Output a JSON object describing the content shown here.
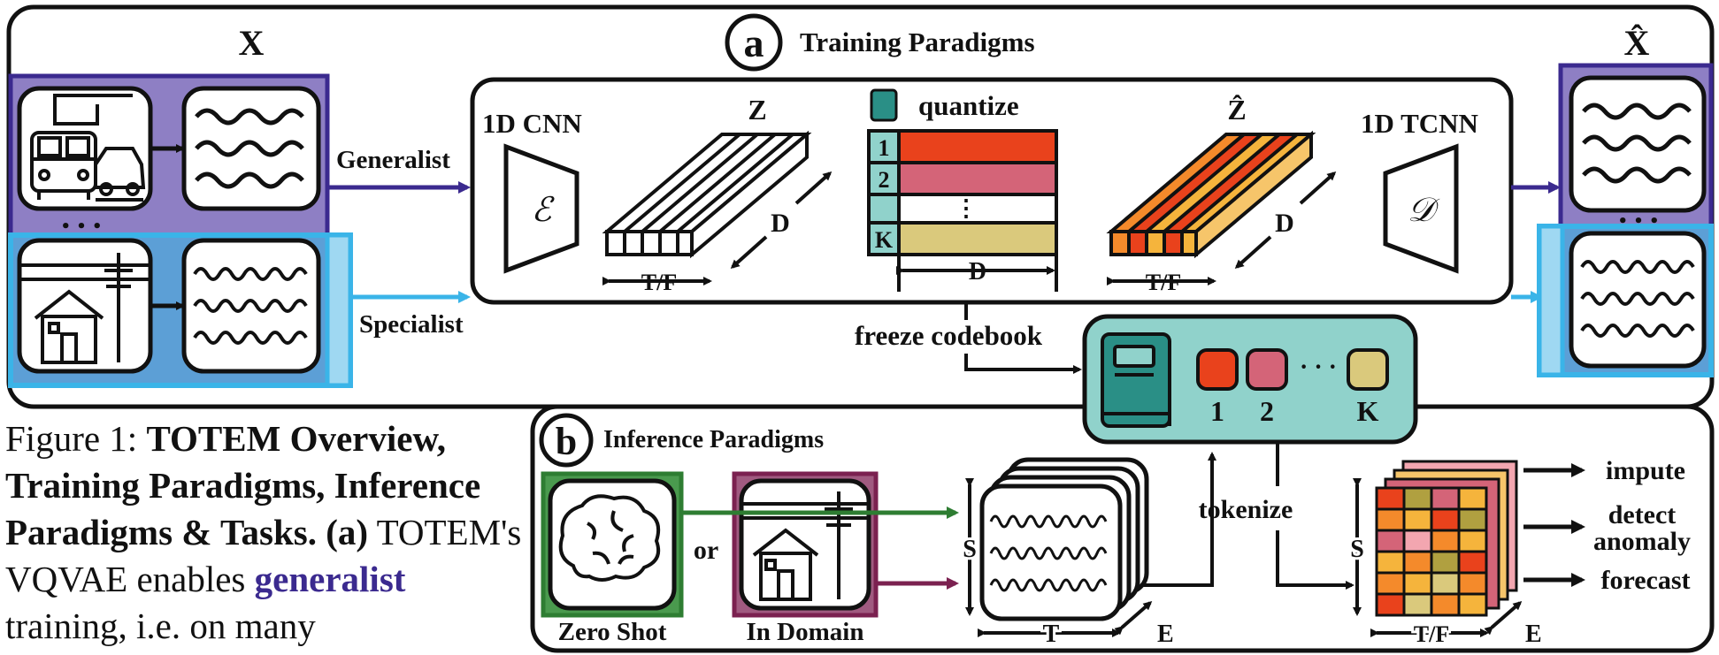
{
  "panel_a": {
    "letter": "a",
    "title": "Training Paradigms",
    "input_label": "X",
    "output_label": "X̂",
    "generalist_label": "Generalist",
    "specialist_label": "Specialist",
    "encoder_label": "1D CNN",
    "encoder_symbol": "ℰ",
    "decoder_label": "1D TCNN",
    "decoder_symbol": "𝒟",
    "latent_label": "Z",
    "latent_hat_label": "Ẑ",
    "axis_tf": "T/F",
    "axis_d": "D",
    "quantize_label": "quantize",
    "codebook_rows": [
      "1",
      "2",
      "K"
    ],
    "codebook_dots": "⋮",
    "ellipsis": "• • •",
    "freeze_label": "freeze codebook",
    "codebook_tokens": [
      "1",
      "2",
      "K"
    ],
    "codebook_token_dots": "· · ·"
  },
  "panel_b": {
    "letter": "b",
    "title": "Inference Paradigms",
    "zero_shot_label": "Zero Shot",
    "in_domain_label": "In Domain",
    "or_label": "or",
    "tokenize_label": "tokenize",
    "axis_s": "S",
    "axis_t": "T",
    "axis_e": "E",
    "axis_tf": "T/F",
    "tasks": [
      "impute",
      "detect",
      "anomaly",
      "forecast"
    ]
  },
  "caption": {
    "prefix": "Figure 1: ",
    "bold": "TOTEM Overview, Training Paradigms, Inference Paradigms & Tasks. (a)",
    "text1": " TOTEM's VQVAE enables ",
    "highlight": "generalist",
    "text2": " training, i.e. on many"
  },
  "colors": {
    "generalist": "#3b2a8f",
    "generalist_fill": "#8e7fc4",
    "specialist": "#3ab4e8",
    "specialist_fill": "#5c9fd6",
    "codebook_bg": "#90d2cb",
    "token1": "#e9421c",
    "token2": "#d46478",
    "tokenK": "#dac97c",
    "zero_shot": "#2e7d32",
    "in_domain": "#7b2150"
  }
}
